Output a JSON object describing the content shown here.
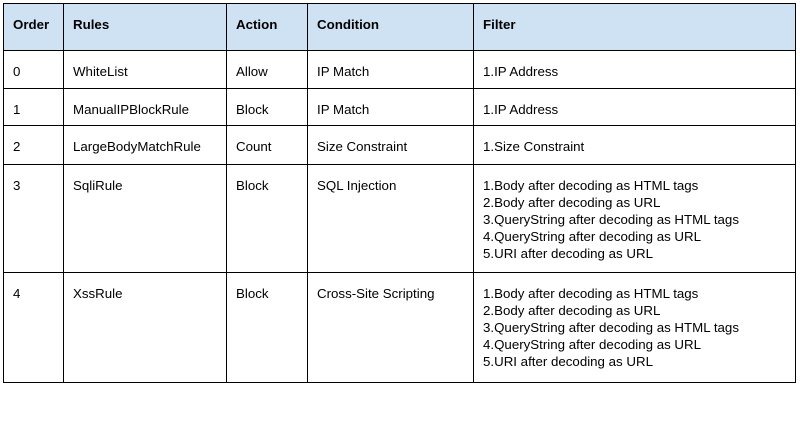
{
  "table": {
    "headers": [
      "Order",
      "Rules",
      "Action",
      "Condition",
      "Filter"
    ],
    "rows": [
      {
        "order": "0",
        "rule": "WhiteList",
        "action": "Allow",
        "condition": "IP Match",
        "filters": [
          "1.IP Address"
        ]
      },
      {
        "order": "1",
        "rule": "ManualIPBlockRule",
        "action": "Block",
        "condition": "IP Match",
        "filters": [
          "1.IP Address"
        ]
      },
      {
        "order": "2",
        "rule": "LargeBodyMatchRule",
        "action": "Count",
        "condition": "Size Constraint",
        "filters": [
          "1.Size Constraint"
        ]
      },
      {
        "order": "3",
        "rule": "SqliRule",
        "action": "Block",
        "condition": "SQL Injection",
        "filters": [
          "1.Body after decoding as HTML tags",
          "2.Body after decoding as URL",
          "3.QueryString after decoding as HTML tags",
          "4.QueryString after decoding as URL",
          "5.URI after decoding as URL"
        ]
      },
      {
        "order": "4",
        "rule": "XssRule",
        "action": "Block",
        "condition": "Cross-Site Scripting",
        "filters": [
          "1.Body after decoding as HTML tags",
          "2.Body after decoding as URL",
          "3.QueryString after decoding as HTML tags",
          "4.QueryString after decoding as URL",
          "5.URI after decoding as URL"
        ]
      }
    ]
  },
  "colors": {
    "header_background": "#cfe2f3",
    "border": "#000000"
  }
}
